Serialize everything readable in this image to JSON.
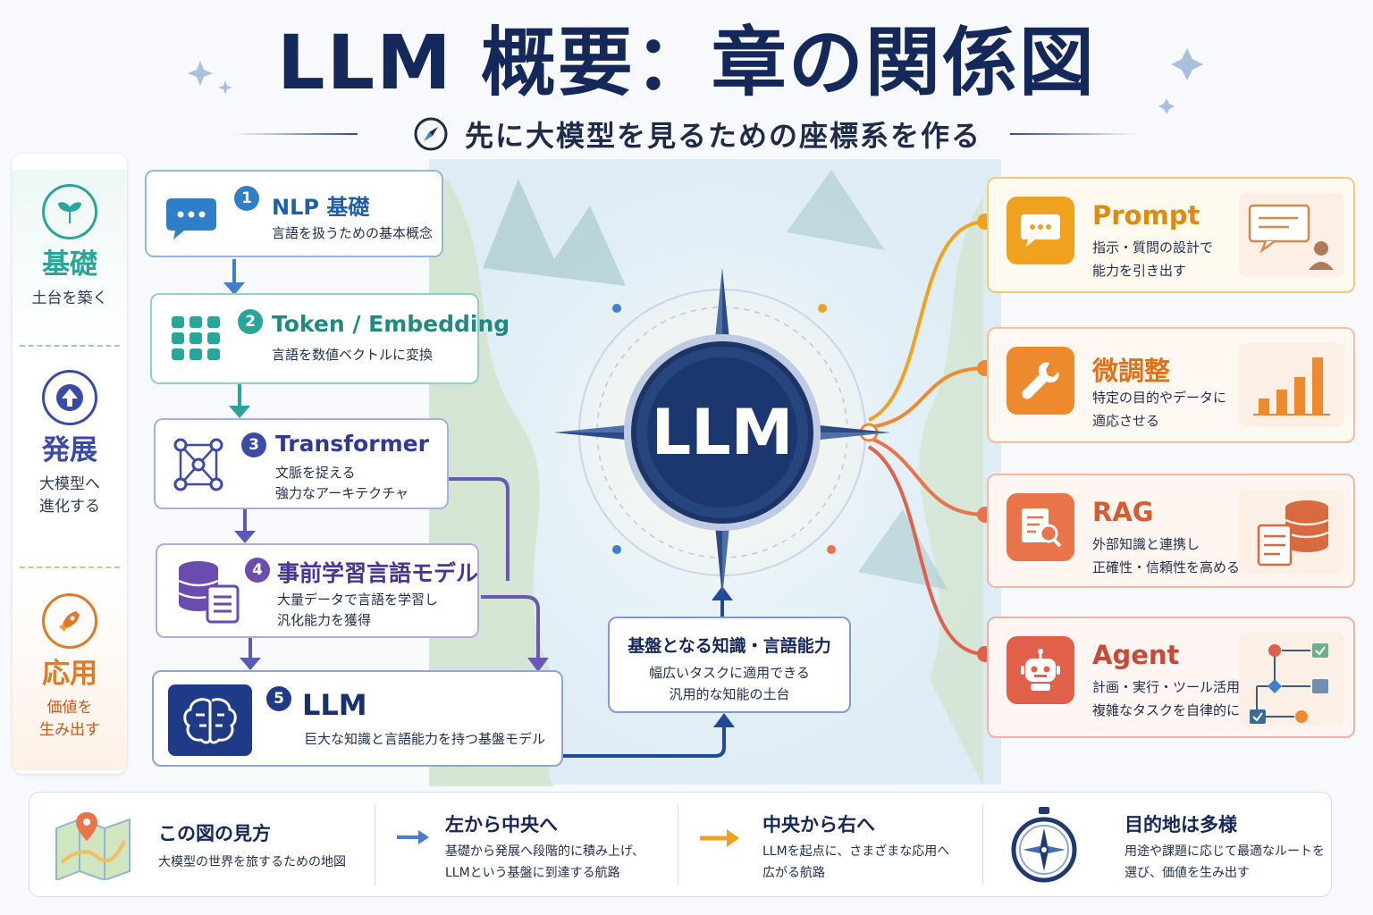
{
  "header": {
    "title": "LLM 概要：章の関係図",
    "subtitle": "先に大模型を見るための座標系を作る"
  },
  "sidebar": {
    "sections": [
      {
        "heading": "基礎",
        "sub": "土台を築く",
        "color": "#2aa59a"
      },
      {
        "heading": "発展",
        "sub_lines": [
          "大模型へ",
          "進化する"
        ],
        "color": "#3a4aa6"
      },
      {
        "heading": "応用",
        "sub_lines": [
          "価値を",
          "生み出す"
        ],
        "color": "#e07a26"
      }
    ]
  },
  "chapters": [
    {
      "number": "1",
      "title": "NLP 基礎",
      "desc": [
        "言語を扱うための基本概念"
      ],
      "color": "#2f7fc8"
    },
    {
      "number": "2",
      "title": "Token / Embedding",
      "desc": [
        "言語を数値ベクトルに変換"
      ],
      "color": "#2aa59a"
    },
    {
      "number": "3",
      "title": "Transformer",
      "desc": [
        "文脈を捉える",
        "強力なアーキテクチャ"
      ],
      "color": "#3d4aa8"
    },
    {
      "number": "4",
      "title": "事前学習言語モデル",
      "desc": [
        "大量データで言語を学習し",
        "汎化能力を獲得"
      ],
      "color": "#6a4bb0"
    },
    {
      "number": "5",
      "title": "LLM",
      "desc": [
        "巨大な知識と言語能力を持つ基盤モデル"
      ],
      "color": "#1f3a86"
    }
  ],
  "center": {
    "label": "LLM",
    "foundation_title": "基盤となる知識・言語能力",
    "foundation_desc": [
      "幅広いタスクに適用できる",
      "汎用的な知能の土台"
    ]
  },
  "applications": [
    {
      "title": "Prompt",
      "desc": [
        "指示・質問の設計で",
        "能力を引き出す"
      ],
      "icon": "chat-icon",
      "color": "#f0a21f"
    },
    {
      "title": "微調整",
      "desc": [
        "特定の目的やデータに",
        "適応させる"
      ],
      "icon": "wrench-icon",
      "color": "#ee8a2e"
    },
    {
      "title": "RAG",
      "desc": [
        "外部知識と連携し",
        "正確性・信頼性を高める"
      ],
      "icon": "document-search-icon",
      "color": "#e9744a"
    },
    {
      "title": "Agent",
      "desc": [
        "計画・実行・ツール活用で",
        "複雑なタスクを自律的に遂行"
      ],
      "icon": "robot-icon",
      "color": "#e0604a"
    }
  ],
  "footer": {
    "sections": [
      {
        "title": "この図の見方",
        "desc": [
          "大模型の世界を旅するための地図"
        ],
        "icon": "map-icon"
      },
      {
        "title": "左から中央へ",
        "desc": [
          "基礎から発展へ段階的に積み上げ、",
          "LLMという基盤に到達する航路"
        ],
        "icon": "arrow-right-blue-icon"
      },
      {
        "title": "中央から右へ",
        "desc": [
          "LLMを起点に、さまざまな応用へ",
          "広がる航路"
        ],
        "icon": "arrow-right-orange-icon"
      },
      {
        "title": "目的地は多様",
        "desc": [
          "用途や課題に応じて最適なルートを",
          "選び、価値を生み出す"
        ],
        "icon": "compass-icon"
      }
    ]
  }
}
